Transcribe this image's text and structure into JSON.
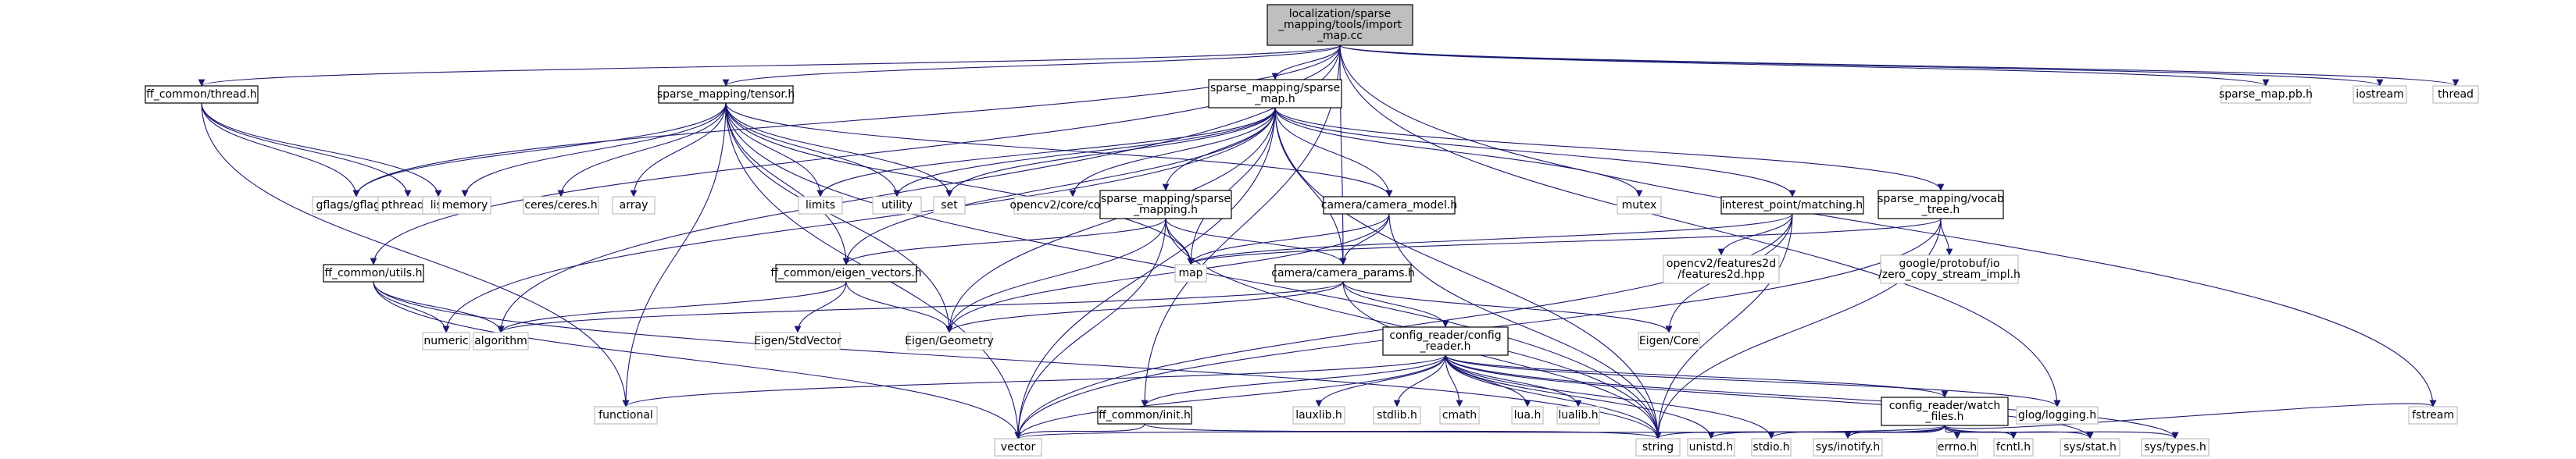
{
  "colors": {
    "edge": "#191970",
    "root_fill": "#bfbfbf",
    "local_border": "#000000",
    "external_border": "#bfbfbf"
  },
  "nodes": [
    {
      "id": "root",
      "kind": "root",
      "lines": [
        "localization/sparse",
        "_mapping/tools/import",
        "_map.cc"
      ]
    },
    {
      "id": "ff_thread",
      "kind": "local",
      "lines": [
        "ff_common/thread.h"
      ]
    },
    {
      "id": "tensor",
      "kind": "local",
      "lines": [
        "sparse_mapping/tensor.h"
      ]
    },
    {
      "id": "sparse_map",
      "kind": "local",
      "lines": [
        "sparse_mapping/sparse",
        "_map.h"
      ]
    },
    {
      "id": "sparse_map_pb",
      "kind": "ext",
      "lines": [
        "sparse_map.pb.h"
      ]
    },
    {
      "id": "iostream",
      "kind": "ext",
      "lines": [
        "iostream"
      ]
    },
    {
      "id": "thread",
      "kind": "ext",
      "lines": [
        "thread"
      ]
    },
    {
      "id": "gflags",
      "kind": "ext",
      "lines": [
        "gflags/gflags.h"
      ]
    },
    {
      "id": "pthread",
      "kind": "ext",
      "lines": [
        "pthread.h"
      ]
    },
    {
      "id": "list",
      "kind": "ext",
      "lines": [
        "list"
      ]
    },
    {
      "id": "memory",
      "kind": "ext",
      "lines": [
        "memory"
      ]
    },
    {
      "id": "ceres",
      "kind": "ext",
      "lines": [
        "ceres/ceres.h"
      ]
    },
    {
      "id": "array",
      "kind": "ext",
      "lines": [
        "array"
      ]
    },
    {
      "id": "limits",
      "kind": "ext",
      "lines": [
        "limits"
      ]
    },
    {
      "id": "utility",
      "kind": "ext",
      "lines": [
        "utility"
      ]
    },
    {
      "id": "set",
      "kind": "ext",
      "lines": [
        "set"
      ]
    },
    {
      "id": "opencv_core",
      "kind": "ext",
      "lines": [
        "opencv2/core/core.hpp"
      ]
    },
    {
      "id": "mutex",
      "kind": "ext",
      "lines": [
        "mutex"
      ]
    },
    {
      "id": "camera_model",
      "kind": "local",
      "lines": [
        "camera/camera_model.h"
      ]
    },
    {
      "id": "matching",
      "kind": "local",
      "lines": [
        "interest_point/matching.h"
      ]
    },
    {
      "id": "vocab_tree",
      "kind": "local",
      "lines": [
        "sparse_mapping/vocab",
        "_tree.h"
      ]
    },
    {
      "id": "sm_mapping",
      "kind": "local",
      "lines": [
        "sparse_mapping/sparse",
        "_mapping.h"
      ]
    },
    {
      "id": "map",
      "kind": "ext",
      "lines": [
        "map"
      ]
    },
    {
      "id": "ff_utils",
      "kind": "local",
      "lines": [
        "ff_common/utils.h"
      ]
    },
    {
      "id": "eigen_vectors",
      "kind": "local",
      "lines": [
        "ff_common/eigen_vectors.h"
      ]
    },
    {
      "id": "camera_params",
      "kind": "local",
      "lines": [
        "camera/camera_params.h"
      ]
    },
    {
      "id": "features2d",
      "kind": "ext",
      "lines": [
        "opencv2/features2d",
        "/features2d.hpp"
      ]
    },
    {
      "id": "zero_copy",
      "kind": "ext",
      "lines": [
        "google/protobuf/io",
        "/zero_copy_stream_impl.h"
      ]
    },
    {
      "id": "numeric",
      "kind": "ext",
      "lines": [
        "numeric"
      ]
    },
    {
      "id": "algorithm",
      "kind": "ext",
      "lines": [
        "algorithm"
      ]
    },
    {
      "id": "eigen_stdvector",
      "kind": "ext",
      "lines": [
        "Eigen/StdVector"
      ]
    },
    {
      "id": "eigen_geometry",
      "kind": "ext",
      "lines": [
        "Eigen/Geometry"
      ]
    },
    {
      "id": "eigen_core",
      "kind": "ext",
      "lines": [
        "Eigen/Core"
      ]
    },
    {
      "id": "config_reader",
      "kind": "local",
      "lines": [
        "config_reader/config",
        "_reader.h"
      ]
    },
    {
      "id": "functional",
      "kind": "ext",
      "lines": [
        "functional"
      ]
    },
    {
      "id": "ff_init",
      "kind": "local",
      "lines": [
        "ff_common/init.h"
      ]
    },
    {
      "id": "lauxlib",
      "kind": "ext",
      "lines": [
        "lauxlib.h"
      ]
    },
    {
      "id": "stdlib",
      "kind": "ext",
      "lines": [
        "stdlib.h"
      ]
    },
    {
      "id": "cmath",
      "kind": "ext",
      "lines": [
        "cmath"
      ]
    },
    {
      "id": "lua",
      "kind": "ext",
      "lines": [
        "lua.h"
      ]
    },
    {
      "id": "lualib",
      "kind": "ext",
      "lines": [
        "lualib.h"
      ]
    },
    {
      "id": "watch_files",
      "kind": "local",
      "lines": [
        "config_reader/watch",
        "_files.h"
      ]
    },
    {
      "id": "glog",
      "kind": "ext",
      "lines": [
        "glog/logging.h"
      ]
    },
    {
      "id": "fstream",
      "kind": "ext",
      "lines": [
        "fstream"
      ]
    },
    {
      "id": "vector",
      "kind": "ext",
      "lines": [
        "vector"
      ]
    },
    {
      "id": "string",
      "kind": "ext",
      "lines": [
        "string"
      ]
    },
    {
      "id": "unistd",
      "kind": "ext",
      "lines": [
        "unistd.h"
      ]
    },
    {
      "id": "stdio",
      "kind": "ext",
      "lines": [
        "stdio.h"
      ]
    },
    {
      "id": "inotify",
      "kind": "ext",
      "lines": [
        "sys/inotify.h"
      ]
    },
    {
      "id": "errno",
      "kind": "ext",
      "lines": [
        "errno.h"
      ]
    },
    {
      "id": "fcntl",
      "kind": "ext",
      "lines": [
        "fcntl.h"
      ]
    },
    {
      "id": "sys_stat",
      "kind": "ext",
      "lines": [
        "sys/stat.h"
      ]
    },
    {
      "id": "sys_types",
      "kind": "ext",
      "lines": [
        "sys/types.h"
      ]
    }
  ],
  "edges": [
    [
      "root",
      "ff_thread"
    ],
    [
      "root",
      "tensor"
    ],
    [
      "root",
      "sparse_map"
    ],
    [
      "root",
      "sparse_map_pb"
    ],
    [
      "root",
      "iostream"
    ],
    [
      "root",
      "thread"
    ],
    [
      "root",
      "gflags"
    ],
    [
      "root",
      "ff_utils"
    ],
    [
      "root",
      "algorithm"
    ],
    [
      "root",
      "ff_init"
    ],
    [
      "root",
      "glog"
    ],
    [
      "root",
      "fstream"
    ],
    [
      "root",
      "camera_params"
    ],
    [
      "ff_thread",
      "gflags"
    ],
    [
      "ff_thread",
      "pthread"
    ],
    [
      "ff_thread",
      "list"
    ],
    [
      "ff_thread",
      "functional"
    ],
    [
      "tensor",
      "gflags"
    ],
    [
      "tensor",
      "memory"
    ],
    [
      "tensor",
      "ceres"
    ],
    [
      "tensor",
      "array"
    ],
    [
      "tensor",
      "limits"
    ],
    [
      "tensor",
      "utility"
    ],
    [
      "tensor",
      "set"
    ],
    [
      "tensor",
      "camera_model"
    ],
    [
      "tensor",
      "eigen_vectors"
    ],
    [
      "tensor",
      "map"
    ],
    [
      "tensor",
      "functional"
    ],
    [
      "tensor",
      "vector"
    ],
    [
      "tensor",
      "string"
    ],
    [
      "tensor",
      "eigen_geometry"
    ],
    [
      "sparse_map",
      "limits"
    ],
    [
      "sparse_map",
      "utility"
    ],
    [
      "sparse_map",
      "set"
    ],
    [
      "sparse_map",
      "opencv_core"
    ],
    [
      "sparse_map",
      "mutex"
    ],
    [
      "sparse_map",
      "camera_model"
    ],
    [
      "sparse_map",
      "matching"
    ],
    [
      "sparse_map",
      "vocab_tree"
    ],
    [
      "sparse_map",
      "sm_mapping"
    ],
    [
      "sparse_map",
      "map"
    ],
    [
      "sparse_map",
      "eigen_vectors"
    ],
    [
      "sparse_map",
      "numeric"
    ],
    [
      "sparse_map",
      "vector"
    ],
    [
      "sparse_map",
      "string"
    ],
    [
      "sparse_map",
      "eigen_geometry"
    ],
    [
      "sparse_map",
      "camera_params"
    ],
    [
      "camera_model",
      "camera_params"
    ],
    [
      "camera_model",
      "map"
    ],
    [
      "camera_model",
      "string"
    ],
    [
      "camera_model",
      "eigen_geometry"
    ],
    [
      "matching",
      "map"
    ],
    [
      "matching",
      "features2d"
    ],
    [
      "matching",
      "eigen_core"
    ],
    [
      "matching",
      "string"
    ],
    [
      "matching",
      "vector"
    ],
    [
      "vocab_tree",
      "map"
    ],
    [
      "vocab_tree",
      "zero_copy"
    ],
    [
      "vocab_tree",
      "string"
    ],
    [
      "vocab_tree",
      "vector"
    ],
    [
      "sm_mapping",
      "eigen_vectors"
    ],
    [
      "sm_mapping",
      "map"
    ],
    [
      "sm_mapping",
      "camera_params"
    ],
    [
      "sm_mapping",
      "eigen_geometry"
    ],
    [
      "sm_mapping",
      "vector"
    ],
    [
      "sm_mapping",
      "string"
    ],
    [
      "ff_utils",
      "numeric"
    ],
    [
      "ff_utils",
      "algorithm"
    ],
    [
      "ff_utils",
      "vector"
    ],
    [
      "ff_utils",
      "string"
    ],
    [
      "eigen_vectors",
      "eigen_stdvector"
    ],
    [
      "eigen_vectors",
      "eigen_geometry"
    ],
    [
      "eigen_vectors",
      "algorithm"
    ],
    [
      "camera_params",
      "config_reader"
    ],
    [
      "camera_params",
      "eigen_geometry"
    ],
    [
      "camera_params",
      "eigen_core"
    ],
    [
      "camera_params",
      "string"
    ],
    [
      "camera_params",
      "algorithm"
    ],
    [
      "config_reader",
      "functional"
    ],
    [
      "config_reader",
      "ff_init"
    ],
    [
      "config_reader",
      "lauxlib"
    ],
    [
      "config_reader",
      "stdlib"
    ],
    [
      "config_reader",
      "cmath"
    ],
    [
      "config_reader",
      "lua"
    ],
    [
      "config_reader",
      "lualib"
    ],
    [
      "config_reader",
      "watch_files"
    ],
    [
      "config_reader",
      "glog"
    ],
    [
      "config_reader",
      "vector"
    ],
    [
      "config_reader",
      "string"
    ],
    [
      "config_reader",
      "unistd"
    ],
    [
      "config_reader",
      "stdio"
    ],
    [
      "config_reader",
      "sys_stat"
    ],
    [
      "config_reader",
      "sys_types"
    ],
    [
      "ff_init",
      "vector"
    ],
    [
      "ff_init",
      "string"
    ],
    [
      "watch_files",
      "vector"
    ],
    [
      "watch_files",
      "string"
    ],
    [
      "watch_files",
      "unistd"
    ],
    [
      "watch_files",
      "stdio"
    ],
    [
      "watch_files",
      "inotify"
    ],
    [
      "watch_files",
      "errno"
    ],
    [
      "watch_files",
      "fcntl"
    ],
    [
      "watch_files",
      "sys_stat"
    ],
    [
      "watch_files",
      "sys_types"
    ],
    [
      "watch_files",
      "fstream"
    ]
  ]
}
